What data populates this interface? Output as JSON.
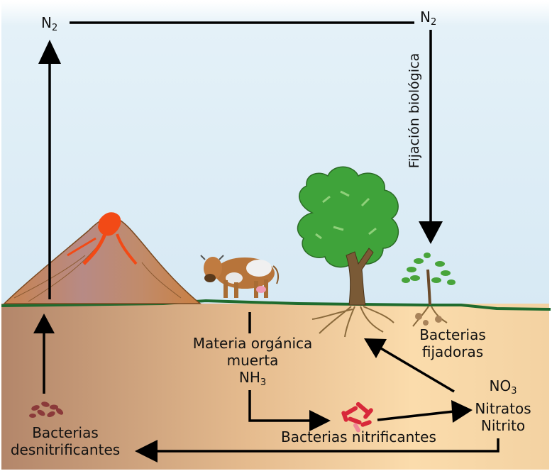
{
  "labels": {
    "n2_left": "N",
    "n2_right": "N",
    "n2_sub": "2",
    "fijacion": "Fijación biológica",
    "materia_line1": "Materia orgánica",
    "materia_line2": "muerta",
    "nh3_base": "NH",
    "nh3_sub": "3",
    "bact_fijadoras_line1": "Bacterias",
    "bact_fijadoras_line2": "fijadoras",
    "no3_base": "NO",
    "no3_sub": "3",
    "nitratos": "Nitratos",
    "nitrito": "Nitrito",
    "bact_nitrificantes": "Bacterias nitrificantes",
    "bact_desnit_line1": "Bacterias",
    "bact_desnit_line2": "desnitrificantes"
  },
  "colors": {
    "sky": "#dfeef7",
    "soil_left": "#b8896a",
    "soil_right": "#f9dcae",
    "grass": "#1f6b2e",
    "arrow": "#000000",
    "lava": "#f24a16",
    "tree_leaves": "#3fa33a",
    "bacteria_red": "#d8283a"
  },
  "icons": [
    "volcano-icon",
    "cow-icon",
    "tree-icon",
    "plant-icon",
    "nitrifying-bacteria-icon",
    "denitrifying-bacteria-icon"
  ]
}
